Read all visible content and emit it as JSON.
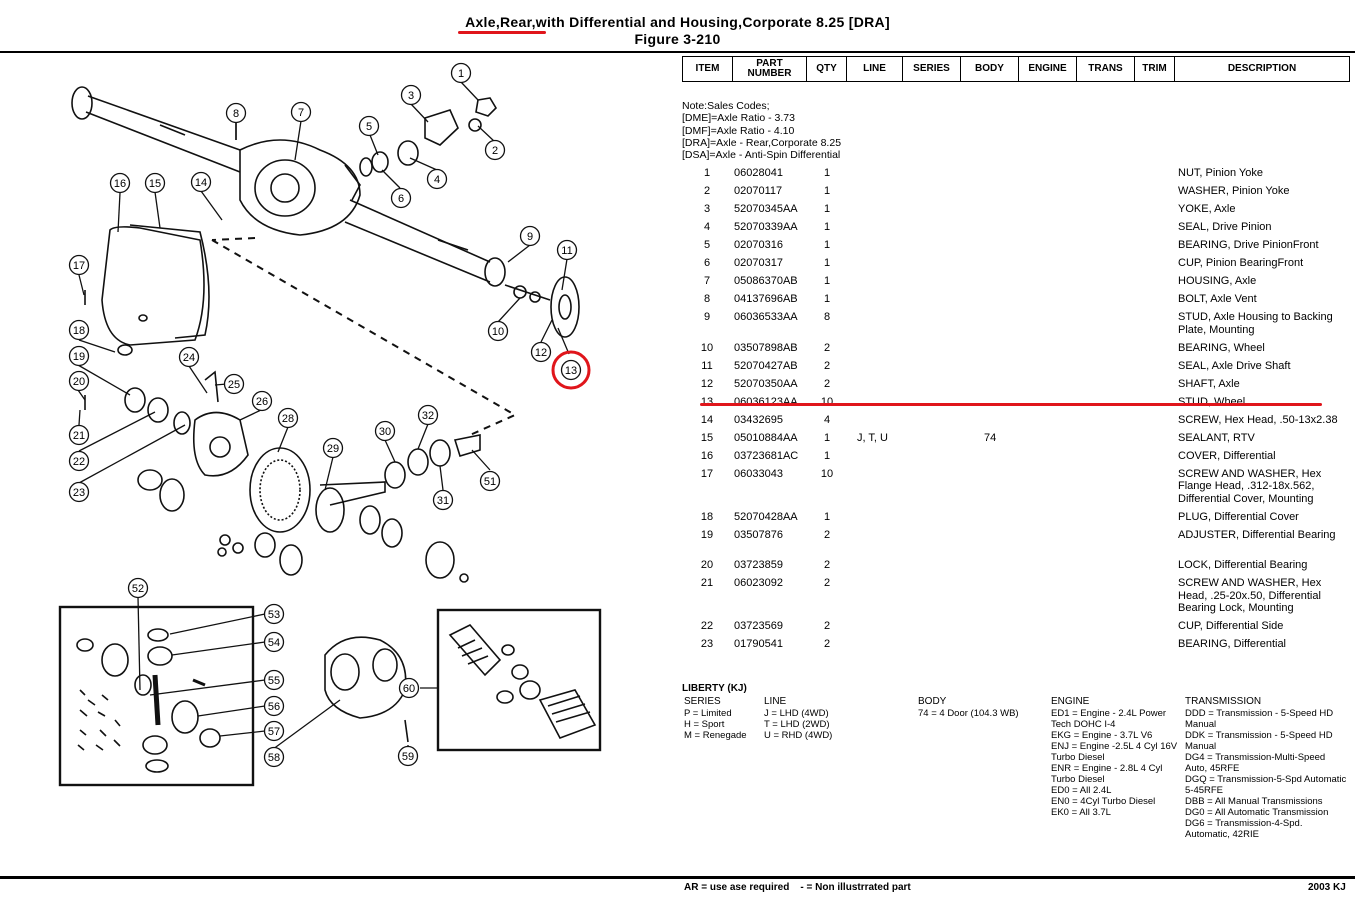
{
  "title_line1": "Axle,Rear,with Differential and Housing,Corporate 8.25 [DRA]",
  "title_line2": "Figure 3-210",
  "table_headers": [
    "ITEM",
    "PART\nNUMBER",
    "QTY",
    "LINE",
    "SERIES",
    "BODY",
    "ENGINE",
    "TRANS",
    "TRIM",
    "DESCRIPTION"
  ],
  "notes": [
    "Note:Sales Codes;",
    "[DME]=Axle Ratio - 3.73",
    "[DMF]=Axle Ratio - 4.10",
    "[DRA]=Axle - Rear,Corporate 8.25",
    "[DSA]=Axle - Anti-Spin Differential"
  ],
  "parts": [
    {
      "item": "1",
      "part": "06028041",
      "qty": "1",
      "line": "",
      "body": "",
      "desc": "NUT, Pinion Yoke"
    },
    {
      "item": "2",
      "part": "02070117",
      "qty": "1",
      "line": "",
      "body": "",
      "desc": "WASHER, Pinion Yoke"
    },
    {
      "item": "3",
      "part": "52070345AA",
      "qty": "1",
      "line": "",
      "body": "",
      "desc": "YOKE, Axle"
    },
    {
      "item": "4",
      "part": "52070339AA",
      "qty": "1",
      "line": "",
      "body": "",
      "desc": "SEAL, Drive Pinion"
    },
    {
      "item": "5",
      "part": "02070316",
      "qty": "1",
      "line": "",
      "body": "",
      "desc": "BEARING, Drive PinionFront"
    },
    {
      "item": "6",
      "part": "02070317",
      "qty": "1",
      "line": "",
      "body": "",
      "desc": "CUP, Pinion BearingFront"
    },
    {
      "item": "7",
      "part": "05086370AB",
      "qty": "1",
      "line": "",
      "body": "",
      "desc": "HOUSING, Axle"
    },
    {
      "item": "8",
      "part": "04137696AB",
      "qty": "1",
      "line": "",
      "body": "",
      "desc": "BOLT, Axle Vent"
    },
    {
      "item": "9",
      "part": "06036533AA",
      "qty": "8",
      "line": "",
      "body": "",
      "desc": "STUD, Axle Housing to Backing Plate, Mounting"
    },
    {
      "item": "10",
      "part": "03507898AB",
      "qty": "2",
      "line": "",
      "body": "",
      "desc": "BEARING, Wheel"
    },
    {
      "item": "11",
      "part": "52070427AB",
      "qty": "2",
      "line": "",
      "body": "",
      "desc": "SEAL, Axle Drive Shaft"
    },
    {
      "item": "12",
      "part": "52070350AA",
      "qty": "2",
      "line": "",
      "body": "",
      "desc": "SHAFT, Axle"
    },
    {
      "item": "13",
      "part": "06036123AA",
      "qty": "10",
      "line": "",
      "body": "",
      "desc": "STUD, Wheel"
    },
    {
      "item": "14",
      "part": "03432695",
      "qty": "4",
      "line": "",
      "body": "",
      "desc": "SCREW, Hex Head, .50-13x2.38"
    },
    {
      "item": "15",
      "part": "05010884AA",
      "qty": "1",
      "line": "J, T, U",
      "body": "74",
      "desc": "SEALANT, RTV"
    },
    {
      "item": "16",
      "part": "03723681AC",
      "qty": "1",
      "line": "",
      "body": "",
      "desc": "COVER, Differential"
    },
    {
      "item": "17",
      "part": "06033043",
      "qty": "10",
      "line": "",
      "body": "",
      "desc": "SCREW AND WASHER, Hex Flange Head, .312-18x.562, Differential Cover, Mounting"
    },
    {
      "item": "18",
      "part": "52070428AA",
      "qty": "1",
      "line": "",
      "body": "",
      "desc": "PLUG, Differential Cover"
    },
    {
      "item": "19",
      "part": "03507876",
      "qty": "2",
      "line": "",
      "body": "",
      "desc": "ADJUSTER, Differential Bearing"
    },
    {
      "item": "20",
      "part": "03723859",
      "qty": "2",
      "line": "",
      "body": "",
      "desc": "LOCK, Differential Bearing"
    },
    {
      "item": "21",
      "part": "06023092",
      "qty": "2",
      "line": "",
      "body": "",
      "desc": "SCREW AND WASHER, Hex Head, .25-20x.50, Differential Bearing Lock, Mounting"
    },
    {
      "item": "22",
      "part": "03723569",
      "qty": "2",
      "line": "",
      "body": "",
      "desc": "CUP, Differential Side"
    },
    {
      "item": "23",
      "part": "01790541",
      "qty": "2",
      "line": "",
      "body": "",
      "desc": "BEARING, Differential"
    }
  ],
  "legend": {
    "title": "LIBERTY (KJ)",
    "series_header": "SERIES",
    "series": [
      "P = Limited",
      "H = Sport",
      "M = Renegade"
    ],
    "line_header": "LINE",
    "line": [
      "J = LHD (4WD)",
      "T = LHD (2WD)",
      "U = RHD (4WD)"
    ],
    "body_header": "BODY",
    "body": [
      "74 = 4 Door (104.3 WB)"
    ],
    "engine_header": "ENGINE",
    "engine": [
      "ED1 = Engine - 2.4L Power",
      "Tech DOHC I-4",
      "EKG = Engine - 3.7L V6",
      "ENJ = Engine -2.5L 4 Cyl 16V",
      "Turbo Diesel",
      "ENR = Engine - 2.8L 4 Cyl",
      "Turbo Diesel",
      "ED0 = All 2.4L",
      "EN0 = 4Cyl Turbo Diesel",
      "EK0 = All 3.7L"
    ],
    "trans_header": "TRANSMISSION",
    "trans": [
      "DDD = Transmission - 5-Speed HD",
      "Manual",
      "DDK = Transmission - 5-Speed HD",
      "Manual",
      "DG4 = Transmission-Multi-Speed",
      "Auto, 45RFE",
      "DGQ = Transmission-5-Spd Automatic",
      "5-45RFE",
      "DBB = All Manual Transmissions",
      "DG0 = All Automatic Transmission",
      "DG6 = Transmission-4-Spd.",
      "Automatic, 42RIE"
    ]
  },
  "footer": {
    "note": "AR = use ase required    - = Non illustrrated part",
    "model": "2003  KJ"
  },
  "callouts": [
    "1",
    "2",
    "3",
    "4",
    "5",
    "6",
    "7",
    "8",
    "9",
    "10",
    "11",
    "12",
    "13",
    "14",
    "15",
    "16",
    "17",
    "18",
    "19",
    "20",
    "21",
    "22",
    "23",
    "24",
    "25",
    "26",
    "28",
    "29",
    "30",
    "31",
    "32",
    "51",
    "52",
    "53",
    "54",
    "55",
    "56",
    "57",
    "58",
    "59",
    "60"
  ],
  "highlight_color": "#e0151b"
}
